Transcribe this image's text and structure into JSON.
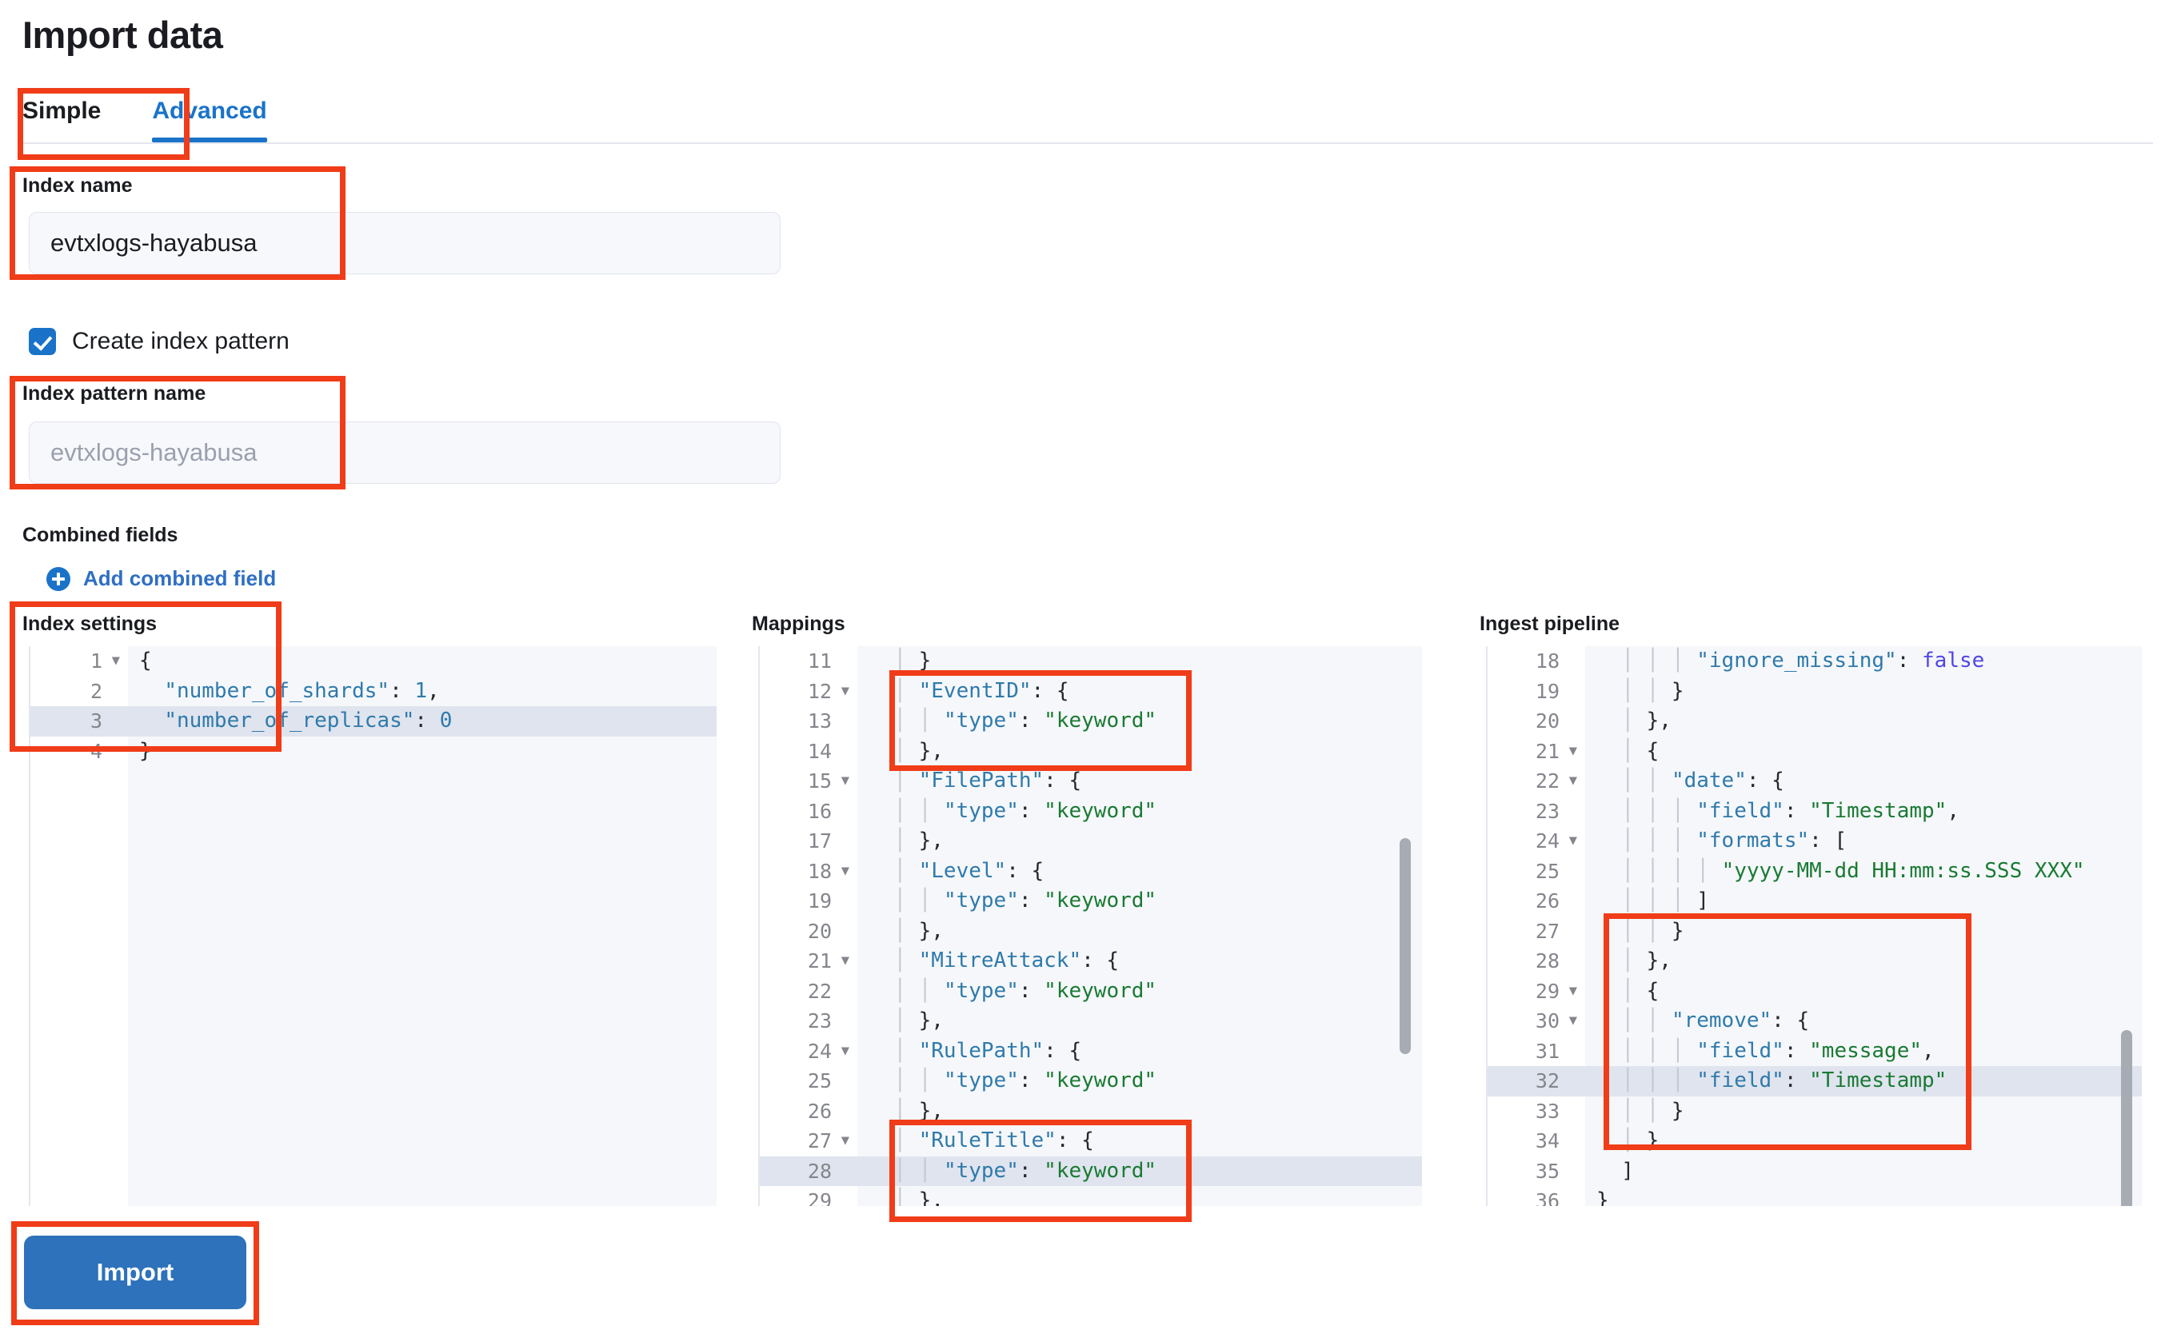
{
  "page": {
    "title": "Import data"
  },
  "tabs": [
    {
      "label": "Simple",
      "active": false
    },
    {
      "label": "Advanced",
      "active": true
    }
  ],
  "form": {
    "index_name": {
      "label": "Index name",
      "value": "evtxlogs-hayabusa"
    },
    "create_index_pattern": {
      "label": "Create index pattern",
      "checked": true
    },
    "index_pattern_name": {
      "label": "Index pattern name",
      "placeholder": "evtxlogs-hayabusa",
      "value": ""
    },
    "combined_fields": {
      "label": "Combined fields",
      "add_label": "Add combined field",
      "add_icon": "plus-circle-icon"
    }
  },
  "editors": {
    "index_settings": {
      "title": "Index settings",
      "first_line": 1,
      "highlight_line": 3,
      "fold_lines": [
        1
      ],
      "lines": [
        "{",
        "  \"number_of_shards\": 1,",
        "  \"number_of_replicas\": 0",
        "}"
      ]
    },
    "mappings": {
      "title": "Mappings",
      "first_line": 11,
      "highlight_line": 28,
      "fold_lines": [
        12,
        15,
        18,
        21,
        24,
        27
      ],
      "lines": [
        "    }",
        "    \"EventID\": {",
        "      \"type\": \"keyword\"",
        "    },",
        "    \"FilePath\": {",
        "      \"type\": \"keyword\"",
        "    },",
        "    \"Level\": {",
        "      \"type\": \"keyword\"",
        "    },",
        "    \"MitreAttack\": {",
        "      \"type\": \"keyword\"",
        "    },",
        "    \"RulePath\": {",
        "      \"type\": \"keyword\"",
        "    },",
        "    \"RuleTitle\": {",
        "      \"type\": \"keyword\"",
        "    },"
      ]
    },
    "ingest_pipeline": {
      "title": "Ingest pipeline",
      "first_line": 18,
      "highlight_line": 32,
      "fold_lines": [
        21,
        22,
        24,
        29,
        30
      ],
      "lines": [
        "        \"ignore_missing\": false",
        "      }",
        "    },",
        "    {",
        "      \"date\": {",
        "        \"field\": \"Timestamp\",",
        "        \"formats\": [",
        "          \"yyyy-MM-dd HH:mm:ss.SSS XXX\"",
        "        ]",
        "      }",
        "    },",
        "    {",
        "      \"remove\": {",
        "        \"field\": \"message\",",
        "        \"field\": \"Timestamp\"",
        "      }",
        "    }",
        "  ]",
        "}"
      ]
    }
  },
  "actions": {
    "import_label": "Import"
  },
  "colors": {
    "accent": "#1a73c9",
    "button": "#2d72ba",
    "annotation": "#f03c18",
    "string": "#1a7a33",
    "key": "#2f7aab",
    "boolean": "#4f46e5",
    "editor_bg": "#f5f7fa",
    "highlight_row": "#dfe4ee"
  }
}
